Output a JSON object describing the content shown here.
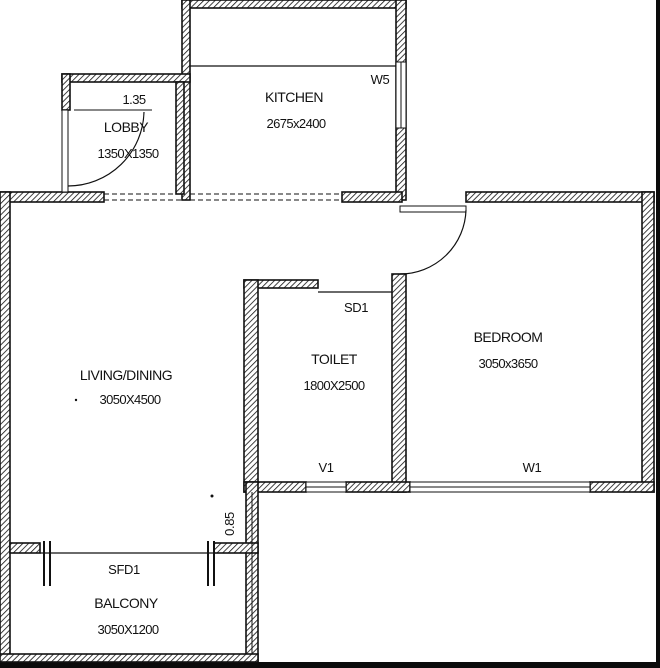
{
  "plan": {
    "rooms": {
      "kitchen": {
        "name": "KITCHEN",
        "size": "2675x2400"
      },
      "lobby": {
        "name": "LOBBY",
        "size": "1350X1350"
      },
      "living": {
        "name": "LIVING/DINING",
        "size": "3050X4500"
      },
      "toilet": {
        "name": "TOILET",
        "size": "1800X2500"
      },
      "bedroom": {
        "name": "BEDROOM",
        "size": "3050x3650"
      },
      "balcony": {
        "name": "BALCONY",
        "size": "3050X1200"
      }
    },
    "openings": {
      "w5": "W5",
      "sd1": "SD1",
      "v1": "V1",
      "w1": "W1",
      "sfd1": "SFD1"
    },
    "dimensions": {
      "lobby_width": "1.35",
      "balcony_wall": "0.85"
    },
    "colors": {
      "background": "#0b0b0b",
      "paper": "#ffffff",
      "ink": "#111111"
    }
  }
}
